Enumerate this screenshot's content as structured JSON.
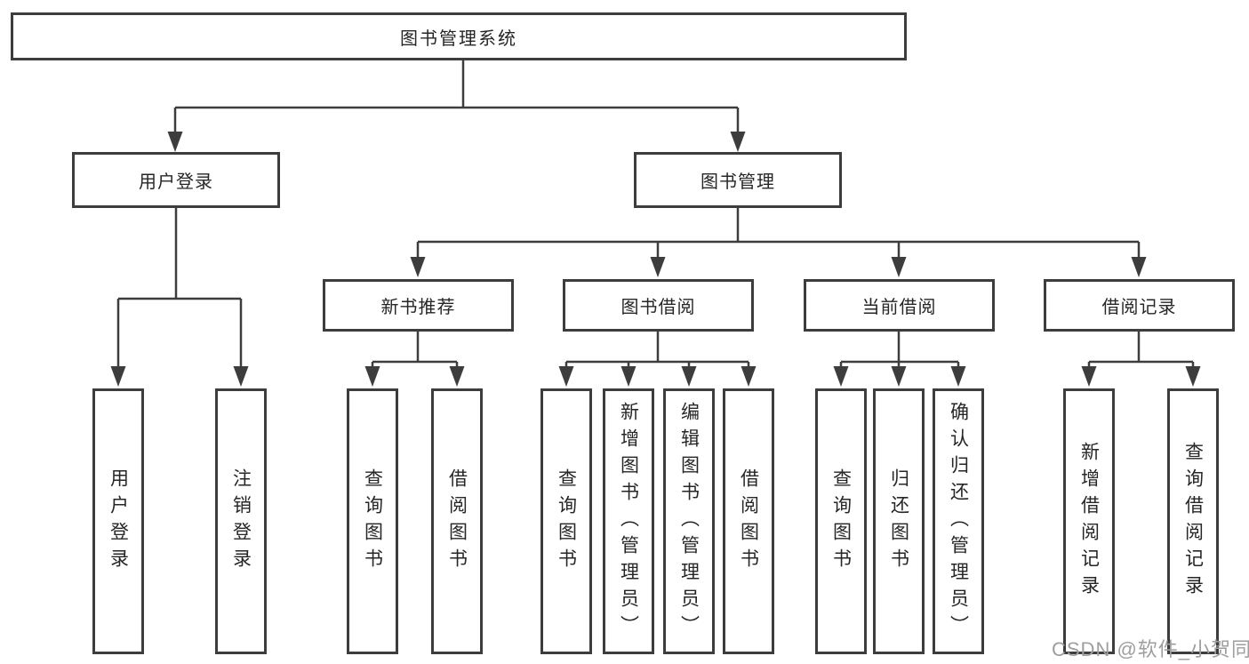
{
  "title": "图书管理系统",
  "level2": {
    "left": "用户登录",
    "right": "图书管理"
  },
  "login_children": [
    "用户登录",
    "注销登录"
  ],
  "sections": [
    {
      "title": "新书推荐",
      "items": [
        "查询图书",
        "借阅图书"
      ]
    },
    {
      "title": "图书借阅",
      "items": [
        "查询图书",
        "新增图书（管理员）",
        "编辑图书（管理员）",
        "借阅图书"
      ]
    },
    {
      "title": "当前借阅",
      "items": [
        "查询图书",
        "归还图书",
        "确认归还（管理员）"
      ]
    },
    {
      "title": "借阅记录",
      "items": [
        "新增借阅记录",
        "查询借阅记录"
      ]
    }
  ],
  "watermark": "CSDN @软件_小贺同学",
  "colors": {
    "line": "#3d3d3d",
    "box_fill": "#ffffff",
    "text": "#262626",
    "watermark": "#9e9e9e",
    "background": "#ffffff"
  }
}
